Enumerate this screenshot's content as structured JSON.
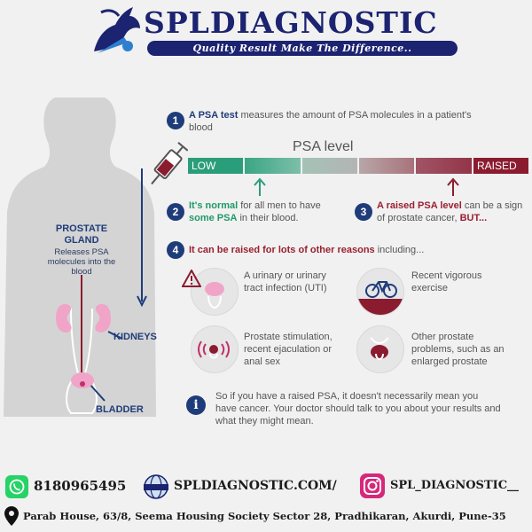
{
  "brand": {
    "name": "SPLDIAGNOSTIC",
    "tagline": "Quality Result Make The Difference..",
    "colors": {
      "navy": "#1c2370",
      "accent": "#2f7fd0"
    }
  },
  "body_diagram": {
    "prostate_title": "PROSTATE GLAND",
    "prostate_desc": "Releases PSA molecules into the blood",
    "kidneys": "KIDNEYS",
    "bladder": "BLADDER"
  },
  "step1": {
    "num": "1",
    "bold": "A PSA test",
    "text": "measures the amount of PSA molecules in a patient's blood"
  },
  "psa_scale": {
    "title": "PSA level",
    "low": "LOW",
    "raised": "RAISED",
    "colors": [
      "#2a9d7a",
      "#5fb39a",
      "#a9b7b0",
      "#b3898e",
      "#9a4a58",
      "#8b1c2f"
    ]
  },
  "step2": {
    "num": "2",
    "bold1": "It's normal",
    "text1": "for all men to have",
    "bold2": "some PSA",
    "text2": "in their blood."
  },
  "step3": {
    "num": "3",
    "bold": "A raised PSA level",
    "text": "can be a sign of prostate cancer,",
    "bold_end": "BUT..."
  },
  "step4": {
    "num": "4",
    "bold": "It can be raised for lots of other reasons",
    "text": "including..."
  },
  "reasons": [
    {
      "icon": "warning-icon",
      "text": "A urinary or urinary tract infection (UTI)"
    },
    {
      "icon": "bicycle-icon",
      "text": "Recent vigorous exercise"
    },
    {
      "icon": "stimulation-icon",
      "text": "Prostate stimulation, recent ejaculation or anal sex"
    },
    {
      "icon": "enlarged-prostate-icon",
      "text": "Other prostate problems, such as an enlarged prostate"
    }
  ],
  "info_note": "So if you have a raised PSA, it doesn't necessarily mean you have cancer. Your doctor should talk to you about your results and what they might mean.",
  "footer": {
    "phone": "8180965495",
    "website": "SPLDIAGNOSTIC.COM/",
    "instagram": "SPL_DIAGNOSTIC__",
    "address": "Parab House, 63/8, Seema Housing Society Sector 28, Pradhikaran, Akurdi, Pune-35",
    "colors": {
      "whatsapp": "#25d366",
      "instagram": "#d6287a"
    }
  }
}
